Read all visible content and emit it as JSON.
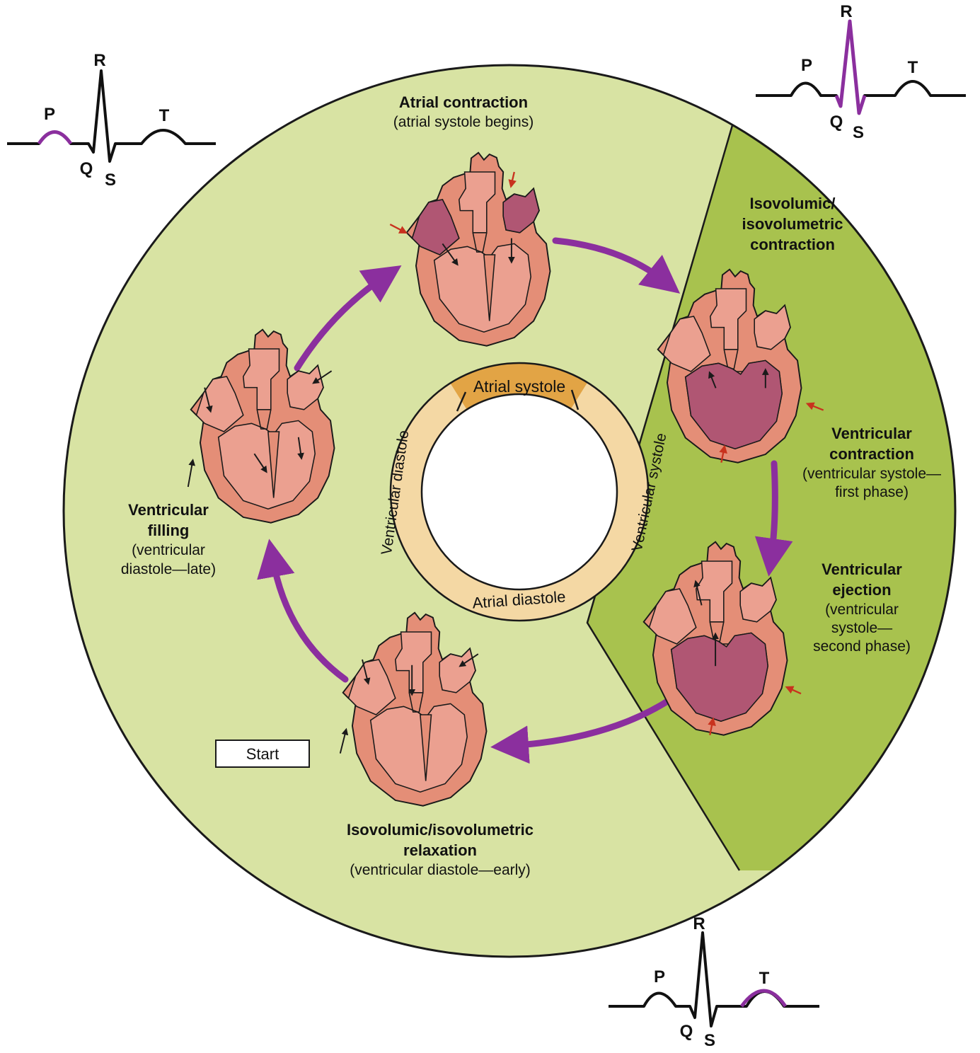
{
  "colors": {
    "diastole_bg": "#d8e3a3",
    "systole_bg": "#a8c24e",
    "outline": "#1a1a1a",
    "ring_fill": "#f4d8a4",
    "ring_active": "#e2a445",
    "arrow_purple": "#8b2f9e",
    "heart_light": "#eba090",
    "heart_outer": "#e48e77",
    "heart_dark": "#b05673",
    "small_arrow_red": "#c8321e"
  },
  "ecg": {
    "top_left": {
      "p": "P",
      "q": "Q",
      "r": "R",
      "s": "S",
      "t": "T",
      "highlight": "P wave"
    },
    "top_right": {
      "p": "P",
      "q": "Q",
      "r": "R",
      "s": "S",
      "t": "T",
      "highlight": "QRS complex"
    },
    "bottom": {
      "p": "P",
      "q": "Q",
      "r": "R",
      "s": "S",
      "t": "T",
      "highlight": "T wave"
    }
  },
  "phases": {
    "atrial_contraction": {
      "title": "Atrial contraction",
      "sub": "(atrial systole begins)"
    },
    "isovolumic_contraction": {
      "title_1": "Isovolumic/",
      "title_2": "isovolumetric",
      "title_3": "contraction"
    },
    "ventricular_contraction": {
      "title_1": "Ventricular",
      "title_2": "contraction",
      "sub_1": "(ventricular systole—",
      "sub_2": "first phase)"
    },
    "ventricular_ejection": {
      "title_1": "Ventricular",
      "title_2": "ejection",
      "sub_1": "(ventricular",
      "sub_2": "systole—",
      "sub_3": "second phase)"
    },
    "isovolumic_relaxation": {
      "title_1": "Isovolumic/isovolumetric",
      "title_2": "relaxation",
      "sub": "(ventricular diastole—early)"
    },
    "ventricular_filling": {
      "title_1": "Ventricular",
      "title_2": "filling",
      "sub_1": "(ventricular",
      "sub_2": "diastole—late)"
    }
  },
  "ring": {
    "atrial_systole": "Atrial systole",
    "atrial_diastole": "Atrial diastole",
    "ventricular_diastole": "Ventricular diastole",
    "ventricular_systole": "Ventricular systole"
  },
  "start_label": "Start"
}
